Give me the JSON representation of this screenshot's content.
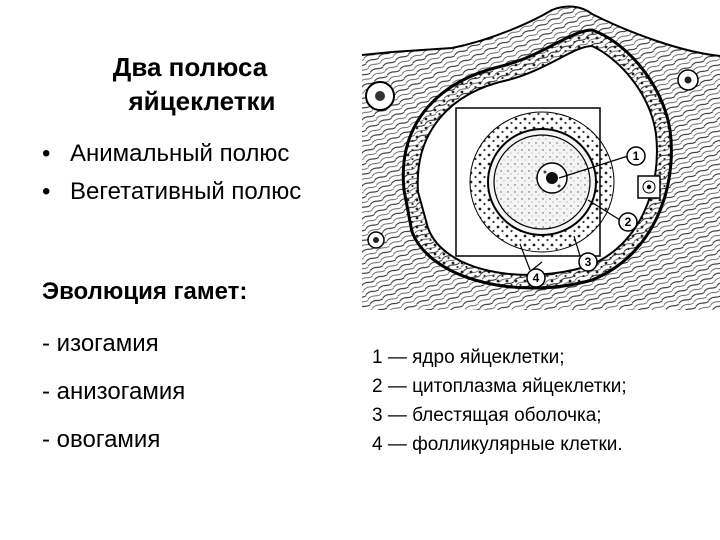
{
  "title": {
    "line1": "Два полюса",
    "line2": "яйцеклетки"
  },
  "poles": [
    "Анимальный полюс",
    "Вегетативный полюс"
  ],
  "evolution": {
    "heading": "Эволюция гамет:",
    "items": [
      "изогамия",
      "анизогамия",
      "овогамия"
    ]
  },
  "figure": {
    "callouts": [
      "1",
      "2",
      "3",
      "4"
    ]
  },
  "legend": [
    "1 — ядро яйцеклетки;",
    "2 — цитоплазма яйцеклетки;",
    "3 — блестящая оболочка;",
    "4 — фолликулярные клетки."
  ]
}
